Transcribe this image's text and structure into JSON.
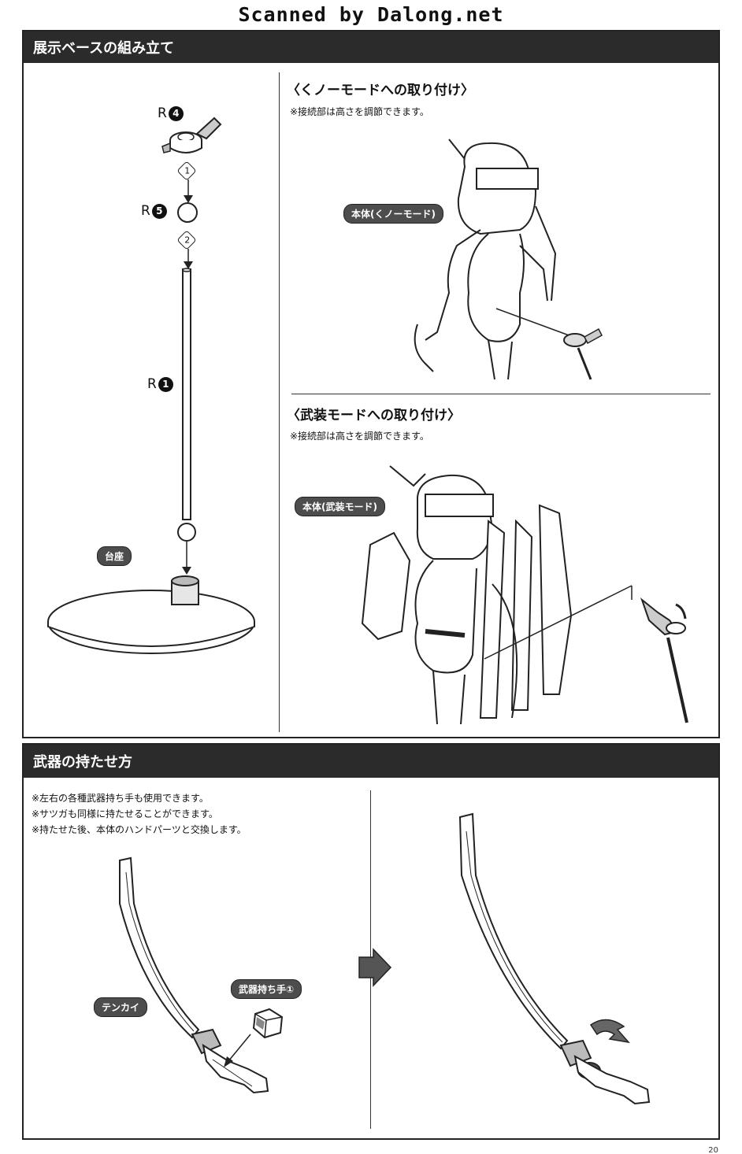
{
  "watermark": "Scanned by Dalong.net",
  "section1": {
    "title": "展示ベースの組み立て",
    "parts": {
      "r4": {
        "letter": "R",
        "num": "4"
      },
      "r5": {
        "letter": "R",
        "num": "5"
      },
      "r1": {
        "letter": "R",
        "num": "1"
      }
    },
    "steps": [
      "1",
      "2"
    ],
    "base_label": "台座",
    "kunoichi": {
      "heading": "〈くノーモードへの取り付け〉",
      "note": "※接続部は高さを調節できます。",
      "label": "本体(くノーモード)"
    },
    "armed": {
      "heading": "〈武装モードへの取り付け〉",
      "note": "※接続部は高さを調節できます。",
      "label": "本体(武装モード)"
    }
  },
  "section2": {
    "title": "武器の持たせ方",
    "notes": [
      "※左右の各種武器持ち手も使用できます。",
      "※サツガも同様に持たせることができます。",
      "※持たせた後、本体のハンドパーツと交換します。"
    ],
    "weapon_label": "テンカイ",
    "hand_label": "武器持ち手①"
  },
  "page_number": "20"
}
